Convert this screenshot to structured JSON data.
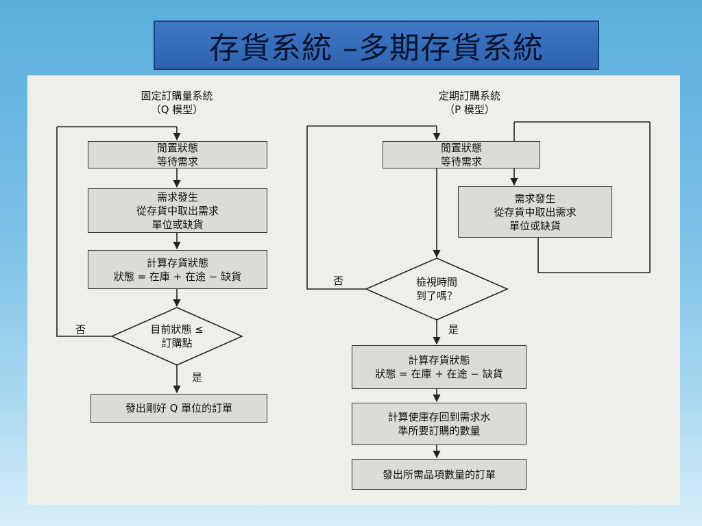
{
  "slide": {
    "title": "存貨系統 –多期存貨系統"
  },
  "q_model": {
    "header1": "固定訂購量系統",
    "header2": "（Q 模型）",
    "idle_line1": "閒置狀態",
    "idle_line2": "等待需求",
    "demand_line1": "需求發生",
    "demand_line2": "從存貨中取出需求",
    "demand_line3": "單位或缺貨",
    "compute_line1": "計算存貨狀態",
    "compute_line2": "狀態 = 在庫 + 在途 − 缺貨",
    "decision_line1": "目前狀態 ≤",
    "decision_line2": "訂購點",
    "no_label": "否",
    "yes_label": "是",
    "order_label": "發出剛好 Q 單位的訂單"
  },
  "p_model": {
    "header1": "定期訂購系統",
    "header2": "（P 模型）",
    "idle_line1": "閒置狀態",
    "idle_line2": "等待需求",
    "demand_line1": "需求發生",
    "demand_line2": "從存貨中取出需求",
    "demand_line3": "單位或缺貨",
    "decision_line1": "檢視時間",
    "decision_line2": "到了嗎？",
    "no_label": "否",
    "yes_label": "是",
    "compute_line1": "計算存貨狀態",
    "compute_line2": "狀態 = 在庫 + 在途 − 缺貨",
    "quantity_line1": "計算使庫存回到需求水",
    "quantity_line2": "準所要訂購的數量",
    "order_label": "發出所需品項數量的訂單"
  },
  "colors": {
    "box_fill": "#dcdcd7",
    "title_fill": "#2f63b0",
    "paper": "#efefe9"
  }
}
